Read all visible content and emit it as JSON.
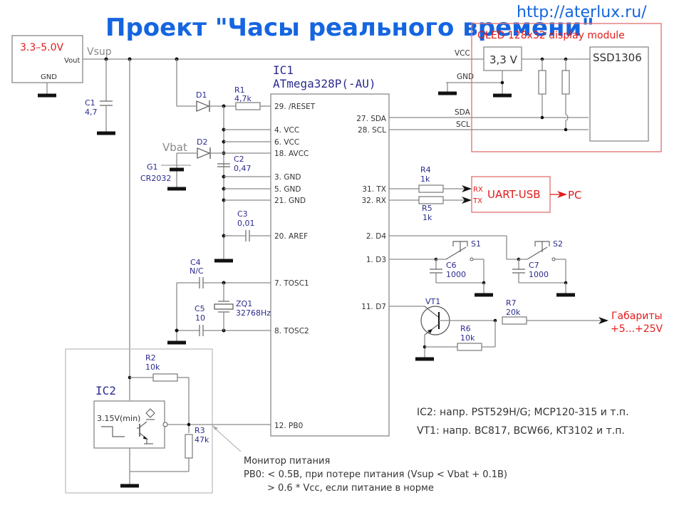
{
  "title": "Проект \"Часы реального времени\"",
  "url": "http://aterlux.ru/",
  "power": {
    "range": "3.3–5.0V",
    "vout": "Vout",
    "gnd": "GND",
    "net": "Vsup"
  },
  "vbat": "Vbat",
  "components": {
    "C1": {
      "ref": "C1",
      "value": "4,7"
    },
    "C2": {
      "ref": "C2",
      "value": "0,47"
    },
    "C3": {
      "ref": "C3",
      "value": "0,01"
    },
    "C4": {
      "ref": "C4",
      "value": "N/C"
    },
    "C5": {
      "ref": "C5",
      "value": "10"
    },
    "C6": {
      "ref": "C6",
      "value": "1000"
    },
    "C7": {
      "ref": "C7",
      "value": "1000"
    },
    "D1": {
      "ref": "D1"
    },
    "D2": {
      "ref": "D2"
    },
    "G1": {
      "ref": "G1",
      "value": "CR2032"
    },
    "R1": {
      "ref": "R1",
      "value": "4,7k"
    },
    "R2": {
      "ref": "R2",
      "value": "10k"
    },
    "R3": {
      "ref": "R3",
      "value": "47k"
    },
    "R4": {
      "ref": "R4",
      "value": "1k"
    },
    "R5": {
      "ref": "R5",
      "value": "1k"
    },
    "R6": {
      "ref": "R6",
      "value": "10k"
    },
    "R7": {
      "ref": "R7",
      "value": "20k"
    },
    "ZQ1": {
      "ref": "ZQ1",
      "value": "32768Hz"
    },
    "S1": {
      "ref": "S1"
    },
    "S2": {
      "ref": "S2"
    },
    "VT1": {
      "ref": "VT1"
    }
  },
  "ic1": {
    "ref": "IC1",
    "part": "ATmega328P(-AU)",
    "left_pins": [
      "29. /RESET",
      "4. VCC",
      "6. VCC",
      "18. AVCC",
      "3. GND",
      "5. GND",
      "21. GND",
      "20. AREF",
      "7. TOSC1",
      "8. TOSC2",
      "12. PB0"
    ],
    "right_pins": [
      "27. SDA",
      "28. SCL",
      "31. TX",
      "32. RX",
      "2. D4",
      "1. D3",
      "11. D7"
    ]
  },
  "ic2": {
    "ref": "IC2",
    "threshold": "3.15V(min)"
  },
  "oled": {
    "title": "OLED 128x32 display module",
    "reg": "3,3 V",
    "chip": "SSD1306",
    "pins": [
      "VCC",
      "GND",
      "SDA",
      "SCL"
    ]
  },
  "uart": {
    "label": "UART-USB",
    "rx": "RX",
    "tx": "TX",
    "pc": "PC"
  },
  "lights": {
    "line1": "Габариты",
    "line2": "+5...+25V"
  },
  "notes": {
    "ic2": "IC2: напр. PST529H/G; MCP120-315 и т.п.",
    "vt1": "VT1: напр. BC817, BCW66, KT3102 и т.п.",
    "monitor_title": "Монитор питания",
    "monitor_line1": "PB0: < 0.5В, при потере питания (Vsup < Vbat + 0.1В)",
    "monitor_line2": "> 0.6 * Vcc, если питание в норме"
  }
}
